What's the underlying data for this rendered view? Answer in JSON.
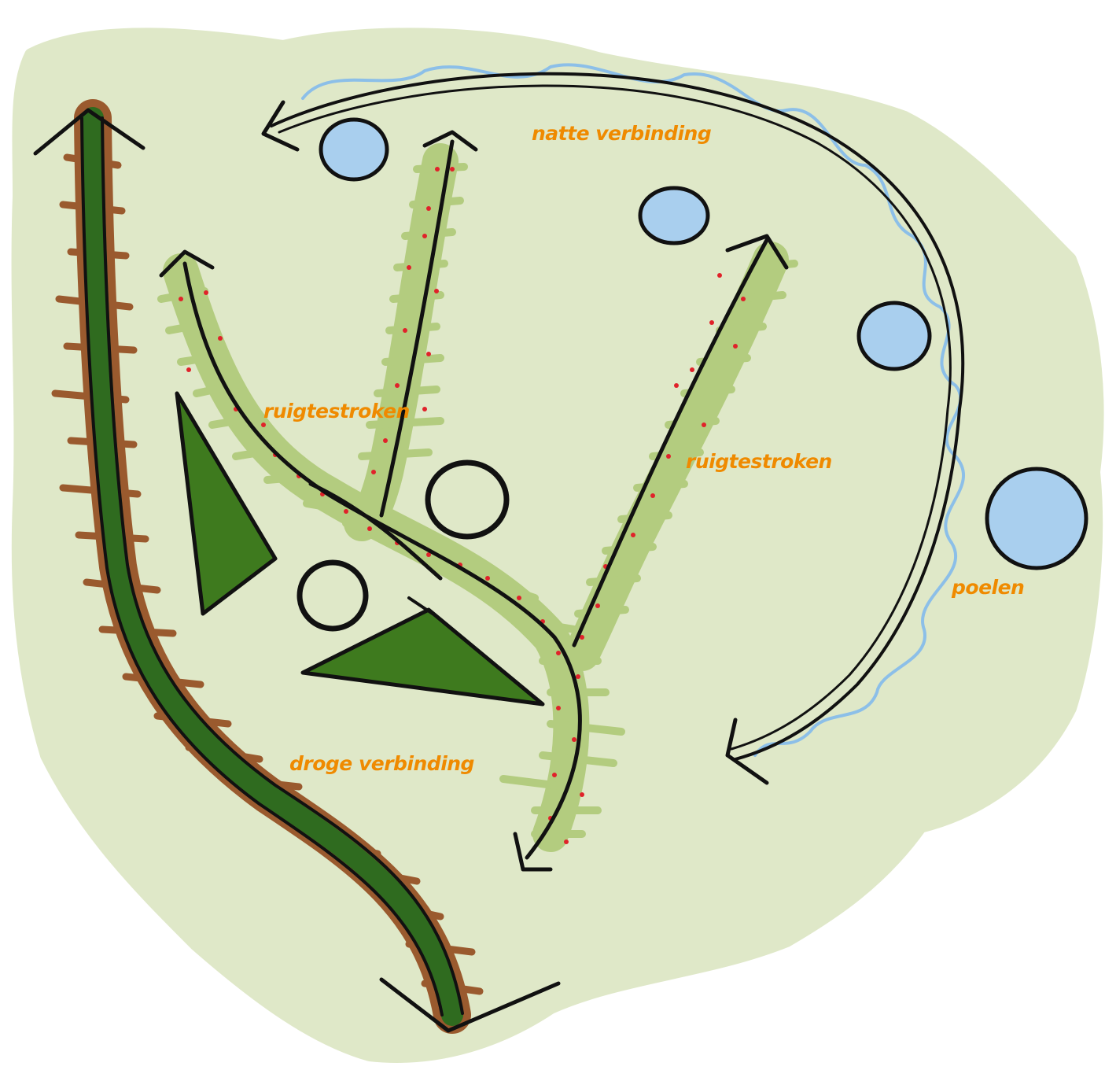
{
  "labels": {
    "natte": "natte verbinding",
    "ruigte_left": "ruigtestroken",
    "ruigte_right": "ruigtestroken",
    "poelen": "poelen",
    "droge": "droge verbinding"
  },
  "colors": {
    "background_area": "#dfe8c8",
    "label": "#ef8a00",
    "ink": "#111111",
    "pond": "#a9cfee",
    "pond_wave": "#8cbfe8",
    "rough_strip": "#b3cc7f",
    "rough_dot": "#e0222a",
    "wood": "#3e7a1e",
    "dry_path_dark": "#2f6b1f",
    "dry_path_brown": "#9a5a2e"
  },
  "icons": [
    "arrow-head-icon",
    "pond-icon",
    "forest-triangle-icon",
    "open-circle-icon"
  ]
}
